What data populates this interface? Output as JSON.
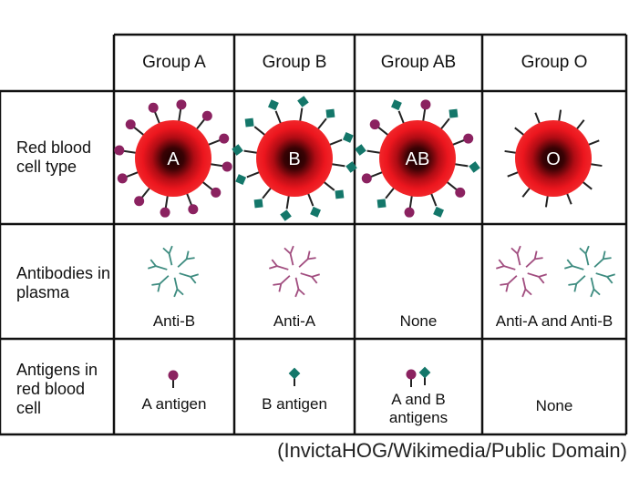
{
  "columns": [
    {
      "header": "Group A",
      "cell_label": "A",
      "antibodies": "Anti-B",
      "antigens": "A antigen"
    },
    {
      "header": "Group B",
      "cell_label": "B",
      "antibodies": "Anti-A",
      "antigens": "B antigen"
    },
    {
      "header": "Group AB",
      "cell_label": "AB",
      "antibodies": "None",
      "antigens": "A and B antigens"
    },
    {
      "header": "Group O",
      "cell_label": "O",
      "antibodies": "Anti-A and Anti-B",
      "antigens": "None"
    }
  ],
  "row_labels": {
    "cell_type": "Red blood cell type",
    "antibodies": "Antibodies in plasma",
    "antigens": "Antigens in red blood cell"
  },
  "credit": "(InvictaHOG/Wikimedia/Public Domain)",
  "colors": {
    "cell_outer": "#e8141c",
    "cell_core": "#1a0000",
    "antigen_a": "#8b2260",
    "antigen_b": "#14776a",
    "antibody_a": "#a14d7f",
    "antibody_b": "#3e8c80",
    "grid": "#111111"
  },
  "icons": [
    "antigen-a-icon",
    "antigen-b-icon",
    "antibody-a-icon",
    "antibody-b-icon"
  ]
}
